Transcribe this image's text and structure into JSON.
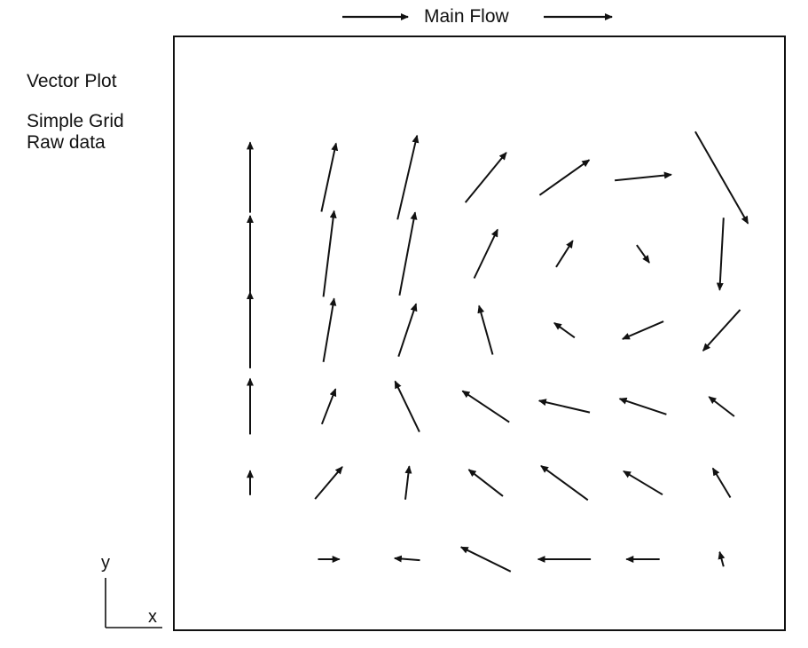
{
  "labels": {
    "title": "Vector Plot",
    "line2": "Simple Grid",
    "line3": "Raw data",
    "flow": "Main Flow",
    "y_axis": "y",
    "x_axis": "x"
  },
  "colors": {
    "ink": "#111111",
    "background": "#ffffff"
  },
  "vectors": [
    {
      "x": 0,
      "y": 0,
      "u": 0,
      "v": 0.72
    },
    {
      "x": 0,
      "y": 1,
      "u": 0,
      "v": 0.78
    },
    {
      "x": 0,
      "y": 2,
      "u": 0,
      "v": 0.78
    },
    {
      "x": 0,
      "y": 3,
      "u": 0,
      "v": 0.57
    },
    {
      "x": 0,
      "y": 4,
      "u": 0,
      "v": 0.25
    },
    {
      "x": 1,
      "y": 0,
      "u": 0.15,
      "v": 0.7
    },
    {
      "x": 1,
      "y": 1,
      "u": 0.11,
      "v": 0.88
    },
    {
      "x": 1,
      "y": 2,
      "u": 0.11,
      "v": 0.65
    },
    {
      "x": 1,
      "y": 3,
      "u": 0.14,
      "v": 0.36
    },
    {
      "x": 1,
      "y": 4,
      "u": 0.28,
      "v": 0.33
    },
    {
      "x": 1,
      "y": 5,
      "u": 0.22,
      "v": 0
    },
    {
      "x": 2,
      "y": 0,
      "u": 0.2,
      "v": 0.86
    },
    {
      "x": 2,
      "y": 1,
      "u": 0.16,
      "v": 0.85
    },
    {
      "x": 2,
      "y": 2,
      "u": 0.18,
      "v": 0.54
    },
    {
      "x": 2,
      "y": 3,
      "u": -0.25,
      "v": 0.52
    },
    {
      "x": 2,
      "y": 4,
      "u": 0.04,
      "v": 0.34
    },
    {
      "x": 2,
      "y": 5,
      "u": -0.26,
      "v": 0.02
    },
    {
      "x": 3,
      "y": 0,
      "u": 0.42,
      "v": 0.51
    },
    {
      "x": 3,
      "y": 1,
      "u": 0.24,
      "v": 0.5
    },
    {
      "x": 3,
      "y": 2,
      "u": -0.14,
      "v": 0.5
    },
    {
      "x": 3,
      "y": 3,
      "u": -0.48,
      "v": 0.32
    },
    {
      "x": 3,
      "y": 4,
      "u": -0.35,
      "v": 0.27
    },
    {
      "x": 3,
      "y": 5,
      "u": -0.51,
      "v": 0.25
    },
    {
      "x": 4,
      "y": 0,
      "u": 0.51,
      "v": 0.36
    },
    {
      "x": 4,
      "y": 1,
      "u": 0.17,
      "v": 0.27
    },
    {
      "x": 4,
      "y": 2,
      "u": -0.21,
      "v": 0.15
    },
    {
      "x": 4,
      "y": 3,
      "u": -0.52,
      "v": 0.12
    },
    {
      "x": 4,
      "y": 4,
      "u": -0.48,
      "v": 0.35
    },
    {
      "x": 4,
      "y": 5,
      "u": -0.54,
      "v": 0
    },
    {
      "x": 5,
      "y": 0,
      "u": 0.58,
      "v": 0.06
    },
    {
      "x": 5,
      "y": 1,
      "u": 0.13,
      "v": -0.18
    },
    {
      "x": 5,
      "y": 2,
      "u": -0.42,
      "v": -0.18
    },
    {
      "x": 5,
      "y": 3,
      "u": -0.48,
      "v": 0.16
    },
    {
      "x": 5,
      "y": 4,
      "u": -0.4,
      "v": 0.24
    },
    {
      "x": 5,
      "y": 5,
      "u": -0.34,
      "v": 0
    },
    {
      "x": 6,
      "y": 0,
      "u": 0.54,
      "v": -0.94
    },
    {
      "x": 6,
      "y": 1,
      "u": -0.04,
      "v": -0.74
    },
    {
      "x": 6,
      "y": 2,
      "u": -0.38,
      "v": -0.42
    },
    {
      "x": 6,
      "y": 3,
      "u": -0.26,
      "v": 0.2
    },
    {
      "x": 6,
      "y": 4,
      "u": -0.18,
      "v": 0.3
    },
    {
      "x": 6,
      "y": 5,
      "u": -0.04,
      "v": 0.15
    }
  ]
}
